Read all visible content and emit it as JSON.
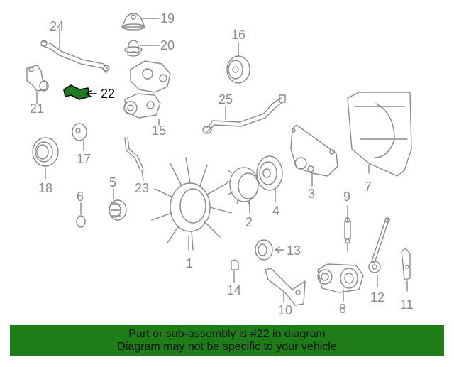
{
  "colors": {
    "line_art": "#8a8a8a",
    "highlight_fill": "#1e7a1e",
    "highlight_label": "#000000",
    "banner_bg": "#1f7d18",
    "banner_text": "#111111"
  },
  "diagram": {
    "highlighted_part": "22",
    "callouts": [
      "24",
      "19",
      "20",
      "16",
      "21",
      "22",
      "25",
      "15",
      "17",
      "18",
      "23",
      "5",
      "6",
      "2",
      "4",
      "3",
      "7",
      "9",
      "1",
      "13",
      "14",
      "12",
      "11",
      "10",
      "8"
    ]
  },
  "banner": {
    "line1": "Part or sub-assembly is #22 in diagram",
    "line2": "Diagram may not be specific to your vehicle"
  }
}
